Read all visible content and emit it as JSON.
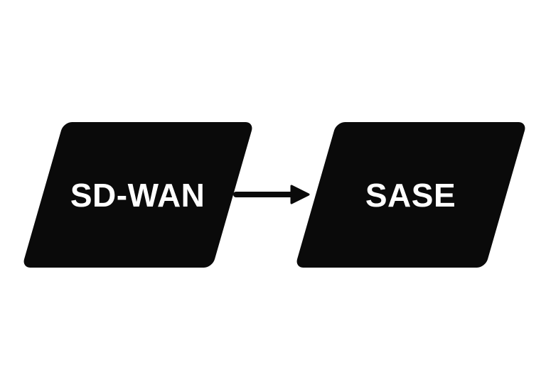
{
  "diagram": {
    "type": "flow",
    "nodes": [
      {
        "id": "sdwan",
        "label": "SD-WAN",
        "shape": "parallelogram"
      },
      {
        "id": "sase",
        "label": "SASE",
        "shape": "parallelogram"
      }
    ],
    "edges": [
      {
        "from": "sdwan",
        "to": "sase",
        "style": "arrow-right"
      }
    ],
    "colors": {
      "node_bg": "#0a0a0a",
      "node_text": "#ffffff",
      "arrow": "#0a0a0a",
      "background": "#ffffff"
    }
  }
}
